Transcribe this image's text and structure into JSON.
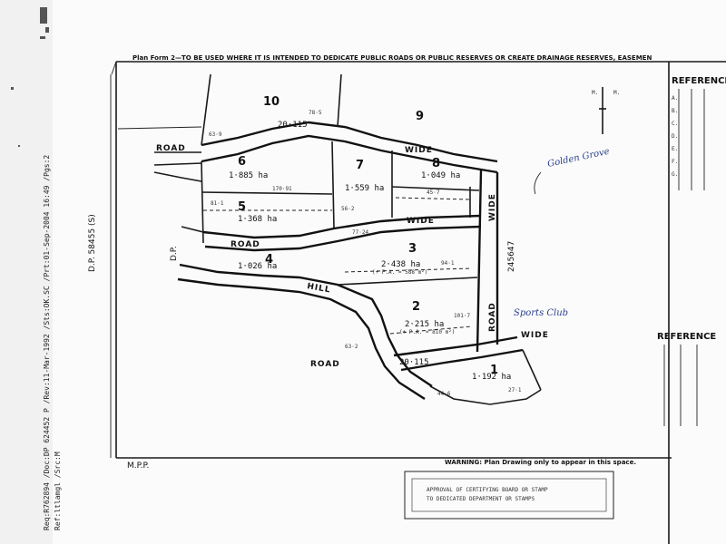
{
  "header": {
    "form_title": "Plan Form 2—TO BE USED WHERE IT IS INTENDED TO DEDICATE PUBLIC ROADS OR PUBLIC RESERVES OR CREATE DRAINAGE RESERVES, EASEMEN"
  },
  "left_margin": {
    "line1": "Req:R762894 /Doc:DP 624452 P /Rev:11-Mar-1992 /Sts:OK.SC /Prt:01-Sep-2004 16:49 /Pgs:2",
    "line2": "Ref:ltlamgl /Src:M",
    "parish_label": "D.P. 58455 (S)"
  },
  "lots": [
    {
      "id": "10",
      "label": "10"
    },
    {
      "id": "9_top",
      "label": "9"
    },
    {
      "id": "6",
      "label": "6",
      "area": "1·885 ha"
    },
    {
      "id": "7",
      "label": "7",
      "area": "1·559 ha"
    },
    {
      "id": "8",
      "label": "8",
      "area": "1·049 ha"
    },
    {
      "id": "5",
      "label": "5",
      "area": "1·368 ha"
    },
    {
      "id": "4",
      "label": "4",
      "area": "1·026 ha"
    },
    {
      "id": "3",
      "label": "3",
      "area": "2·438 ha",
      "sub": "(+ P.A. = 588 m²)"
    },
    {
      "id": "2",
      "label": "2",
      "area": "2·215 ha",
      "sub": "(+ P.A. = 810 m²)"
    },
    {
      "id": "1",
      "label": "1",
      "area": "1·192 ha"
    }
  ],
  "roads": {
    "road_top_left": "ROAD",
    "road_width_top": "20·115",
    "wide_top": "WIDE",
    "road_mid": "ROAD",
    "wide_mid": "WIDE",
    "road_vertical": "ROAD",
    "wide_vertical": "WIDE",
    "road_lower": "ROAD",
    "wide_lower": "WIDE",
    "road_width_lower": "20·115",
    "hill_label": "HILL"
  },
  "annotations": {
    "golden_grove": "Golden Grove",
    "sports_club": "Sports Club",
    "reference_upper": "REFERENCE",
    "reference_lower": "REFERENCE",
    "mapped": "M.P.P.",
    "dp_left": "D.P.",
    "dp_right": "245647",
    "warning": "WARNING: Plan Drawing only to appear in this space.",
    "stamp_line1": "APPROVAL OF CERTIFYING BOARD OR STAMP",
    "stamp_line2": "TO DEDICATED DEPARTMENT OR STAMPS"
  }
}
